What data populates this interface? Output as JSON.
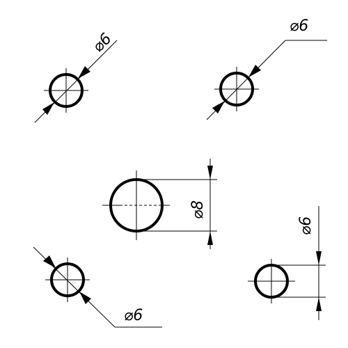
{
  "drawing": {
    "views": [
      {
        "id": "top-left-hole",
        "dimension_label": "⌀6"
      },
      {
        "id": "top-right-hole",
        "dimension_label": "⌀6"
      },
      {
        "id": "center-hole",
        "dimension_label": "⌀8"
      },
      {
        "id": "bottom-left-hole",
        "dimension_label": "⌀6"
      },
      {
        "id": "bottom-right-hole",
        "dimension_label": "⌀6"
      }
    ]
  }
}
